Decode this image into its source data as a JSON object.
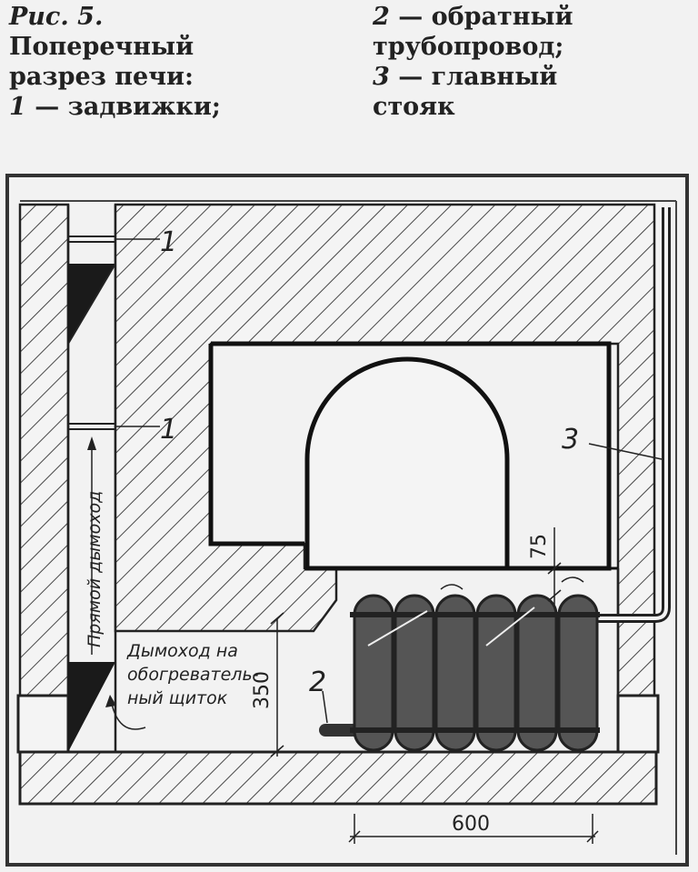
{
  "caption": {
    "fig": "Рис. 5.",
    "title_line1": "Поперечный",
    "title_line2": "разрез печи:",
    "item1_num": "1",
    "item1_text": " — задвижки;",
    "item2_num": "2",
    "item2_text": " — обратный",
    "item2_text_cont": "трубопровод;",
    "item3_num": "3",
    "item3_text": " — главный",
    "item3_text_cont": "стояк"
  },
  "drawing": {
    "label_1": "1",
    "label_2": "2",
    "label_3": "3",
    "flue_straight": "Прямой дымоход",
    "flue_heater_l1": "Дымоход на",
    "flue_heater_l2": "обогреватель-",
    "flue_heater_l3": "ный щиток",
    "dim_350": "350",
    "dim_600": "600",
    "dim_75": "75"
  }
}
